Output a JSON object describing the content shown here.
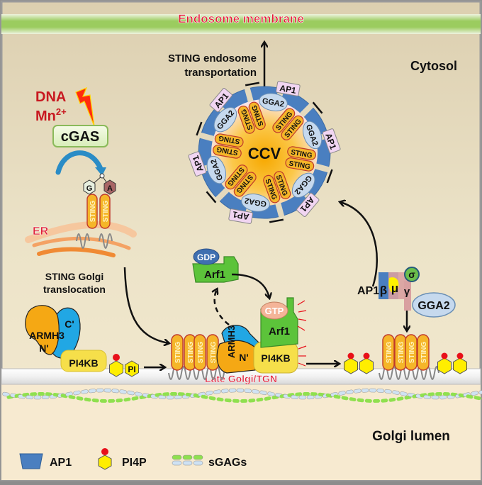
{
  "regions": {
    "endosome_membrane": "Endosome membrane",
    "cytosol": "Cytosol",
    "golgi_lumen": "Golgi lumen",
    "er": "ER",
    "late_golgi": "Late Golgi/TGN"
  },
  "process_labels": {
    "endosome_transport_line1": "STING endosome",
    "endosome_transport_line2": "transportation",
    "golgi_translocation_line1": "STING Golgi",
    "golgi_translocation_line2": "translocation"
  },
  "stimuli": {
    "dna": "DNA",
    "mn": "Mn",
    "mn_charge": "2+"
  },
  "proteins": {
    "cgas": "cGAS",
    "sting": "STING",
    "cgamp_g": "G",
    "cgamp_a": "A",
    "ccv": "CCV",
    "ap1": "AP1",
    "gga2": "GGA2",
    "arf1": "Arf1",
    "gdp": "GDP",
    "gtp": "GTP",
    "armh3": "ARMH3",
    "armh3_c": "C'",
    "armh3_n": "N'",
    "pi4kb": "PI4KB",
    "pi": "PI",
    "ap1_beta": "β",
    "ap1_mu": "μ",
    "ap1_gamma": "γ",
    "ap1_sigma": "σ"
  },
  "legend": [
    {
      "icon": "ap1-trapezoid-icon",
      "label": "AP1"
    },
    {
      "icon": "pi4p-hexagon-icon",
      "label": "PI4P"
    },
    {
      "icon": "sgags-chain-icon",
      "label": "sGAGs"
    }
  ],
  "colors": {
    "cytosol_bg": "#e6dcc0",
    "lumen_bg": "#f8ebd2",
    "membrane_green": "#9ccc62",
    "sting_fill": "#f5b629",
    "sting_text": "#fff4c0",
    "ap1_blue": "#4a7fc0",
    "gga2_fill": "#c6d9ee",
    "arf1_green": "#5cc33a",
    "pi4kb_yellow": "#f6df4a",
    "armh3_orange": "#f5a814",
    "armh3_blue": "#21a7e4",
    "pi4p_yellow": "#ffee00",
    "phosphate_red": "#e8101a",
    "label_red": "#c81820"
  }
}
